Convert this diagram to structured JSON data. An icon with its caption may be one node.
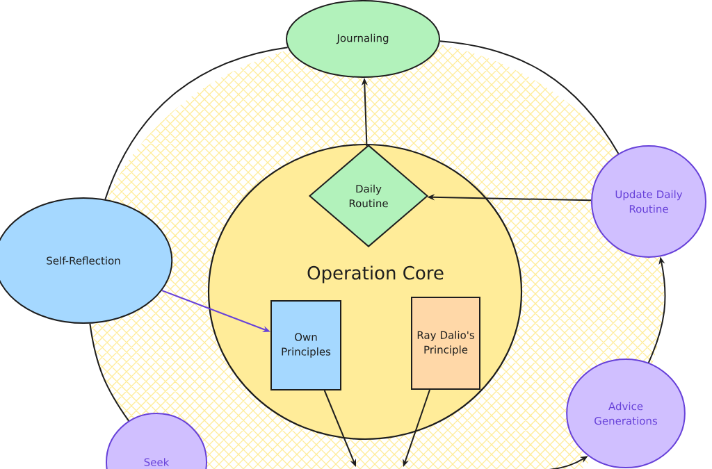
{
  "diagram": {
    "nodes": [
      {
        "text": [
          "Journaling"
        ]
      },
      {
        "text": [
          "Operation Core"
        ]
      },
      {
        "text": [
          "Daily Routine"
        ],
        "in": 1
      },
      {
        "text": [
          "Own Principles"
        ],
        "in": 1
      },
      {
        "text": [
          "Ray Dalio's Principle"
        ],
        "in": 1
      },
      {
        "text": [
          "Self-Reflection"
        ]
      },
      {
        "text": [
          "Update Daily Routine"
        ]
      },
      {
        "text": [
          "Advice Generations"
        ]
      },
      {
        "text": [
          "Seek"
        ]
      }
    ],
    "edges": [
      {
        "from": 2,
        "to": 0,
        "arrow": "to"
      },
      {
        "from": 6,
        "to": 2,
        "arrow": "to"
      },
      {
        "from": 5,
        "to": 3,
        "arrow": "to",
        "color": "#6741d9"
      },
      {
        "from": 3,
        "to": null,
        "arrow": "to"
      },
      {
        "from": 4,
        "to": null,
        "arrow": "to"
      },
      {
        "from": 5,
        "to": 0,
        "arrow": "none"
      },
      {
        "from": 0,
        "to": 6,
        "arrow": "none"
      },
      {
        "from": 7,
        "to": 6,
        "arrow": "to"
      },
      {
        "from": null,
        "to": 7,
        "arrow": "to"
      },
      {
        "from": 8,
        "to": 5,
        "arrow": "none"
      }
    ]
  }
}
